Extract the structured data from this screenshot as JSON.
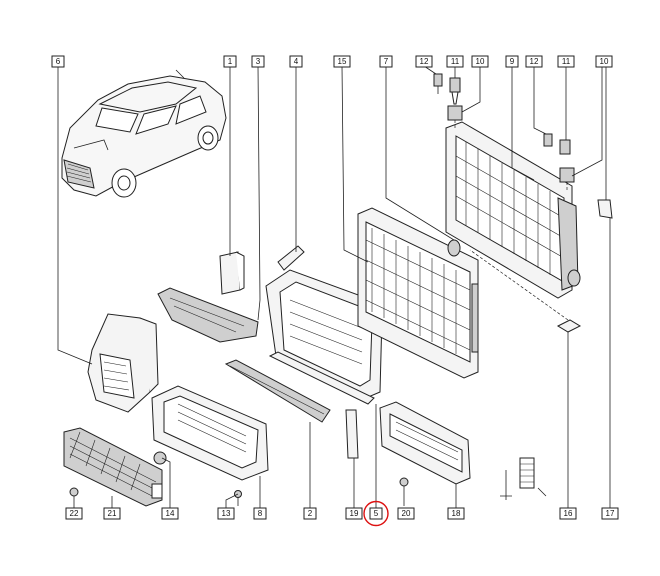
{
  "callouts": {
    "c6": "6",
    "c1": "1",
    "c3": "3",
    "c4": "4",
    "c15": "15",
    "c7": "7",
    "c12a": "12",
    "c11a": "11",
    "c10a": "10",
    "c9": "9",
    "c12b": "12",
    "c11b": "11",
    "c10b": "10",
    "c22": "22",
    "c21": "21",
    "c14": "14",
    "c13": "13",
    "c8": "8",
    "c2": "2",
    "c19": "19",
    "c5": "5",
    "c20": "20",
    "c18": "18",
    "c16": "16",
    "c17": "17"
  },
  "highlighted_callout": "5",
  "colors": {
    "highlight": "#dd1111",
    "line": "#222222"
  }
}
